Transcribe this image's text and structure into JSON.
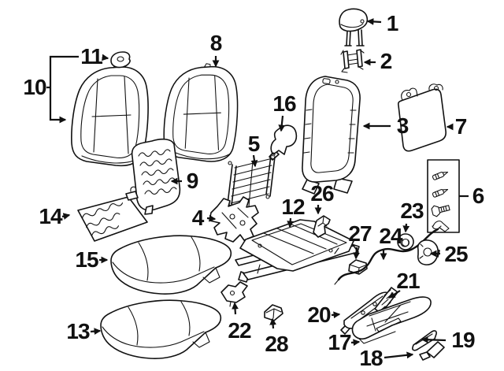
{
  "diagram": {
    "figure_type": "exploded-parts-diagram",
    "subject": "front-seat-components",
    "background_color": "#ffffff",
    "line_color": "#111111",
    "callouts": [
      {
        "number": "1",
        "part": "headrest"
      },
      {
        "number": "2",
        "part": "headrest-guide"
      },
      {
        "number": "3",
        "part": "seat-back-frame"
      },
      {
        "number": "4",
        "part": "lumbar-adjuster"
      },
      {
        "number": "5",
        "part": "suspension-spring-mat"
      },
      {
        "number": "6",
        "part": "mounting-hardware-kit"
      },
      {
        "number": "7",
        "part": "seat-back-panel"
      },
      {
        "number": "8",
        "part": "seat-back-pad"
      },
      {
        "number": "9",
        "part": "seat-back-heating-element"
      },
      {
        "number": "10",
        "part": "seat-back-cover-assembly"
      },
      {
        "number": "11",
        "part": "trim-cap"
      },
      {
        "number": "12",
        "part": "seat-adjuster-track"
      },
      {
        "number": "13",
        "part": "seat-cushion-pad"
      },
      {
        "number": "14",
        "part": "cushion-heating-element"
      },
      {
        "number": "15",
        "part": "seat-cushion-cover"
      },
      {
        "number": "16",
        "part": "release-handle"
      },
      {
        "number": "17",
        "part": "side-shield"
      },
      {
        "number": "18",
        "part": "trim-cover-front"
      },
      {
        "number": "19",
        "part": "trim-cover-rear"
      },
      {
        "number": "20",
        "part": "adjuster-handle"
      },
      {
        "number": "21",
        "part": "assist-spring"
      },
      {
        "number": "22",
        "part": "mount-bracket"
      },
      {
        "number": "23",
        "part": "bushing"
      },
      {
        "number": "24",
        "part": "connecting-rod"
      },
      {
        "number": "25",
        "part": "adjust-knob"
      },
      {
        "number": "26",
        "part": "retainer-clip"
      },
      {
        "number": "27",
        "part": "support-bracket"
      },
      {
        "number": "28",
        "part": "anchor-clip"
      }
    ]
  }
}
